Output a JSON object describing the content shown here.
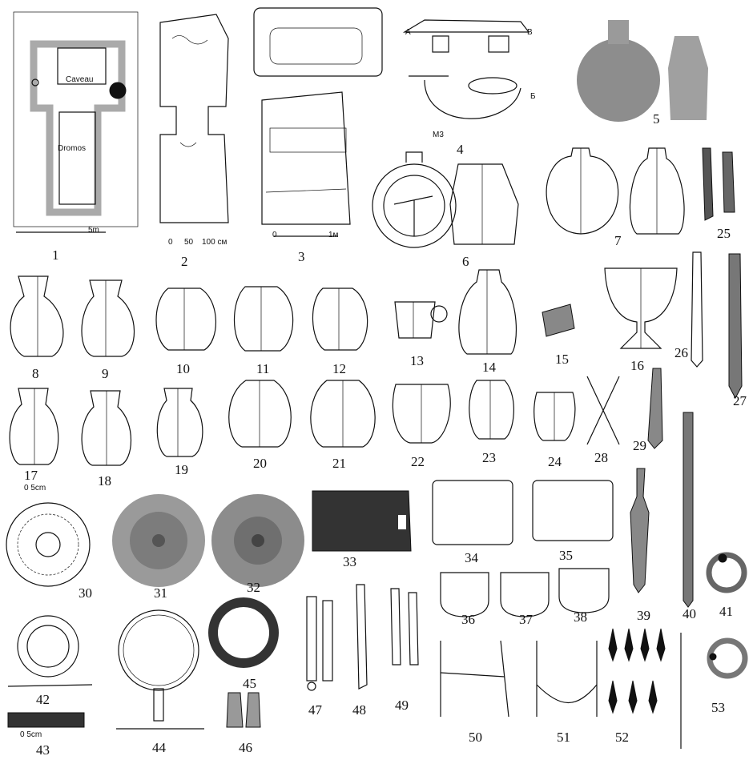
{
  "figures": [
    {
      "id": "1",
      "label": "1"
    },
    {
      "id": "2",
      "label": "2"
    },
    {
      "id": "3",
      "label": "3"
    },
    {
      "id": "4",
      "label": "4"
    },
    {
      "id": "5",
      "label": "5"
    },
    {
      "id": "6",
      "label": "6"
    },
    {
      "id": "7",
      "label": "7"
    },
    {
      "id": "8",
      "label": "8"
    },
    {
      "id": "9",
      "label": "9"
    },
    {
      "id": "10",
      "label": "10"
    },
    {
      "id": "11",
      "label": "11"
    },
    {
      "id": "12",
      "label": "12"
    },
    {
      "id": "13",
      "label": "13"
    },
    {
      "id": "14",
      "label": "14"
    },
    {
      "id": "15",
      "label": "15"
    },
    {
      "id": "16",
      "label": "16"
    },
    {
      "id": "17",
      "label": "17"
    },
    {
      "id": "18",
      "label": "18"
    },
    {
      "id": "19",
      "label": "19"
    },
    {
      "id": "20",
      "label": "20"
    },
    {
      "id": "21",
      "label": "21"
    },
    {
      "id": "22",
      "label": "22"
    },
    {
      "id": "23",
      "label": "23"
    },
    {
      "id": "24",
      "label": "24"
    },
    {
      "id": "25",
      "label": "25"
    },
    {
      "id": "26",
      "label": "26"
    },
    {
      "id": "27",
      "label": "27"
    },
    {
      "id": "28",
      "label": "28"
    },
    {
      "id": "29",
      "label": "29"
    },
    {
      "id": "30",
      "label": "30"
    },
    {
      "id": "31",
      "label": "31"
    },
    {
      "id": "32",
      "label": "32"
    },
    {
      "id": "33",
      "label": "33"
    },
    {
      "id": "34",
      "label": "34"
    },
    {
      "id": "35",
      "label": "35"
    },
    {
      "id": "36",
      "label": "36"
    },
    {
      "id": "37",
      "label": "37"
    },
    {
      "id": "38",
      "label": "38"
    },
    {
      "id": "39",
      "label": "39"
    },
    {
      "id": "40",
      "label": "40"
    },
    {
      "id": "41",
      "label": "41"
    },
    {
      "id": "42",
      "label": "42"
    },
    {
      "id": "43",
      "label": "43"
    },
    {
      "id": "44",
      "label": "44"
    },
    {
      "id": "45",
      "label": "45"
    },
    {
      "id": "46",
      "label": "46"
    },
    {
      "id": "47",
      "label": "47"
    },
    {
      "id": "48",
      "label": "48"
    },
    {
      "id": "49",
      "label": "49"
    },
    {
      "id": "50",
      "label": "50"
    },
    {
      "id": "51",
      "label": "51"
    },
    {
      "id": "52",
      "label": "52"
    },
    {
      "id": "53",
      "label": "53"
    }
  ],
  "annotations": {
    "plan_caveau": "Caveau",
    "plan_dromos": "Dromos",
    "scale_1": "5m",
    "scale_2_0": "0",
    "scale_2_50": "50",
    "scale_2_100": "100 см",
    "scale_3_0": "0",
    "scale_3_1m": "1м",
    "section_a": "A",
    "section_b": "B",
    "section_b2": "Б",
    "grave_code": "М3",
    "scale_30": "0       5cm",
    "scale_43": "0      5cm"
  },
  "colors": {
    "ink": "#111111",
    "paper": "#ffffff",
    "plan_fill": "#bdbdbd",
    "photo": "#9a9a9a"
  }
}
